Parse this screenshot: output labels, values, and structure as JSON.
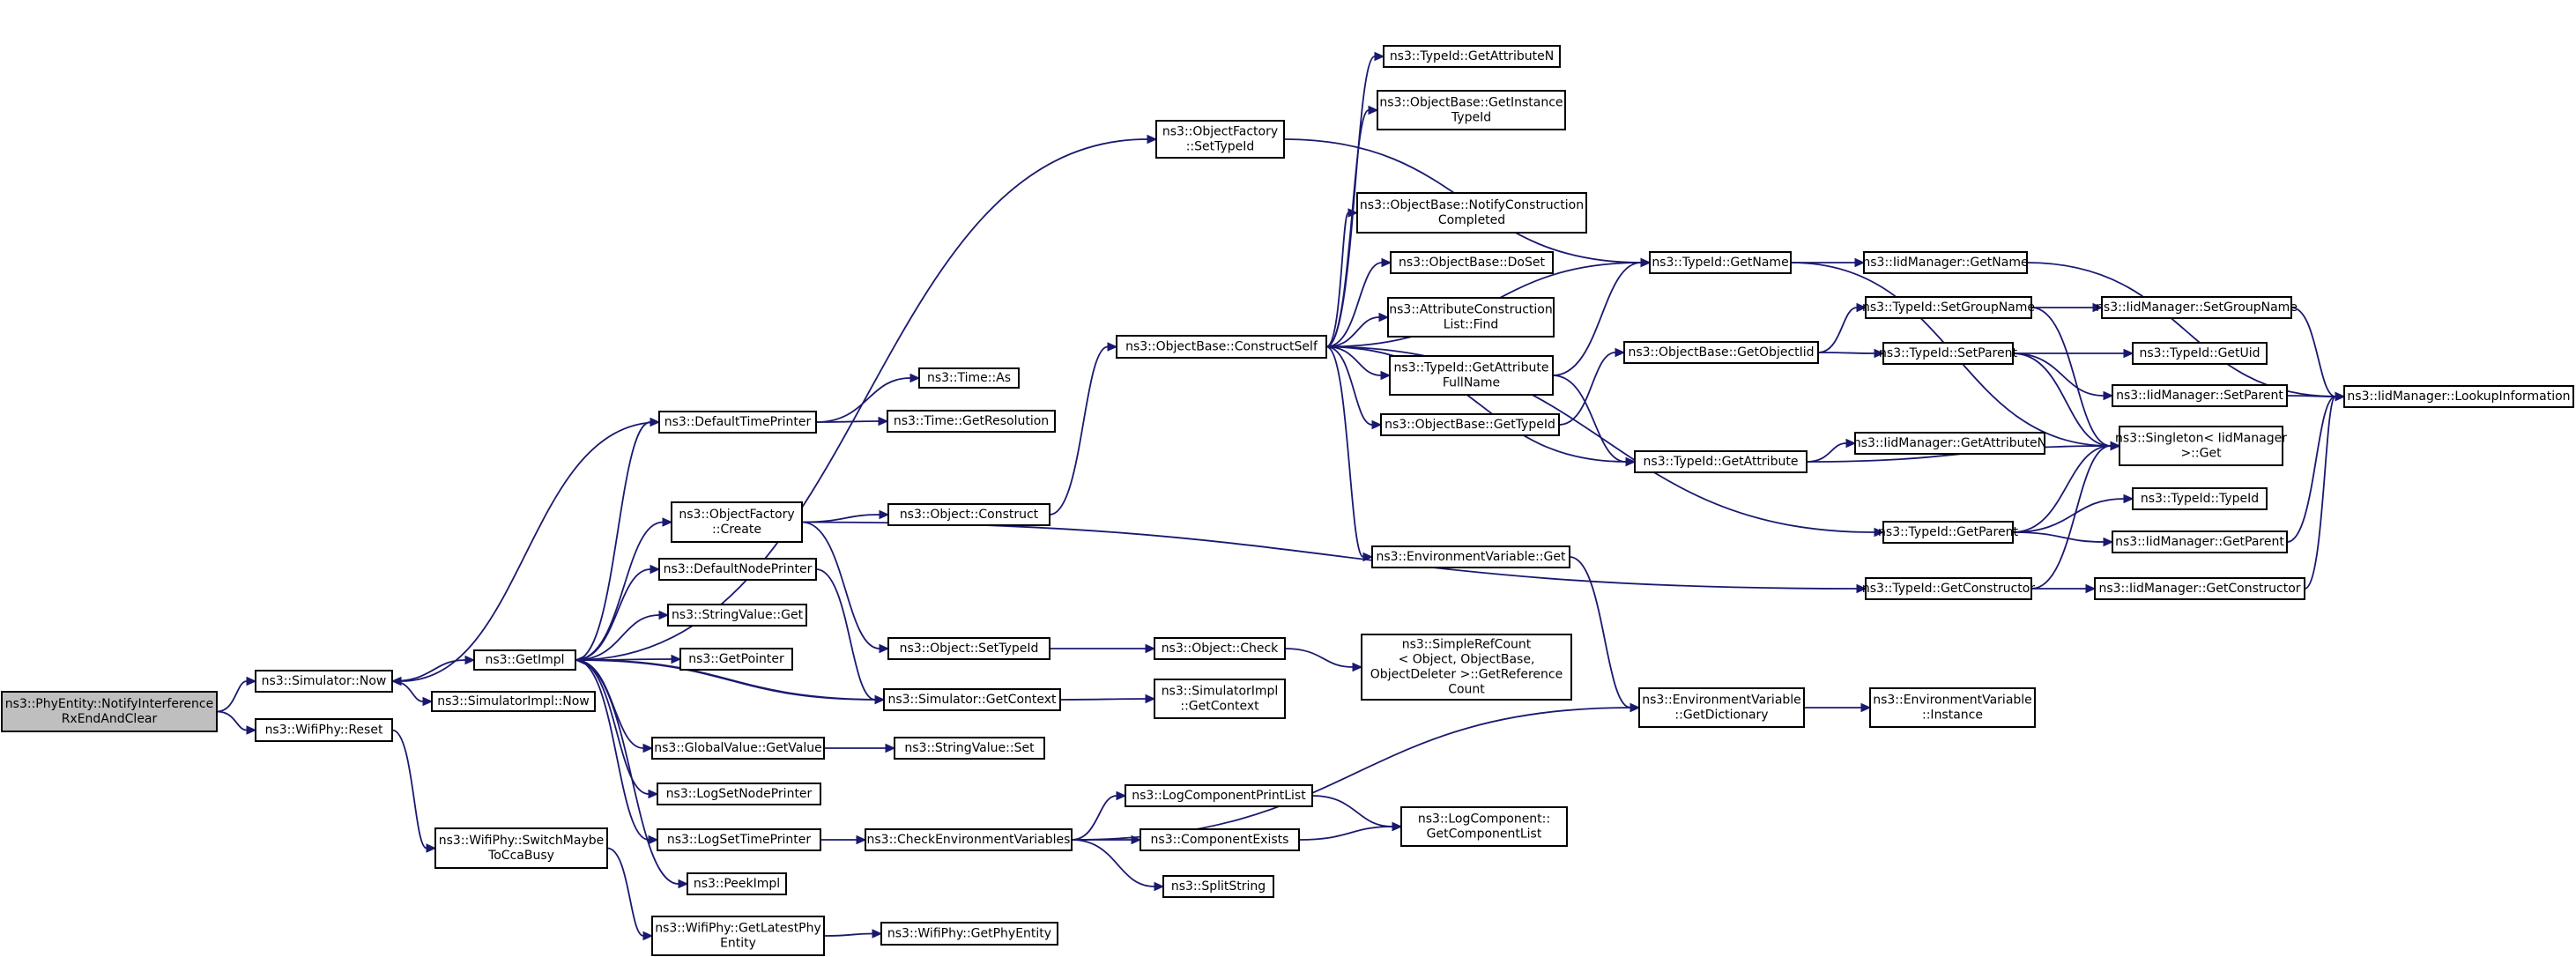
{
  "nodes": [
    {
      "id": "root",
      "lines": [
        "ns3::PhyEntity::NotifyInterference",
        "RxEndAndClear"
      ],
      "root": true
    },
    {
      "id": "simnow",
      "lines": [
        "ns3::Simulator::Now"
      ]
    },
    {
      "id": "wifireset",
      "lines": [
        "ns3::WifiPhy::Reset"
      ]
    },
    {
      "id": "getimpl",
      "lines": [
        "ns3::GetImpl"
      ]
    },
    {
      "id": "simimplnow",
      "lines": [
        "ns3::SimulatorImpl::Now"
      ]
    },
    {
      "id": "switchcca",
      "lines": [
        "ns3::WifiPhy::SwitchMaybe",
        "ToCcaBusy"
      ]
    },
    {
      "id": "latestphy",
      "lines": [
        "ns3::WifiPhy::GetLatestPhy",
        "Entity"
      ]
    },
    {
      "id": "getphyentity",
      "lines": [
        "ns3::WifiPhy::GetPhyEntity"
      ]
    },
    {
      "id": "deftime",
      "lines": [
        "ns3::DefaultTimePrinter"
      ]
    },
    {
      "id": "ofcreate",
      "lines": [
        "ns3::ObjectFactory",
        "::Create"
      ]
    },
    {
      "id": "defnode",
      "lines": [
        "ns3::DefaultNodePrinter"
      ]
    },
    {
      "id": "strget",
      "lines": [
        "ns3::StringValue::Get"
      ]
    },
    {
      "id": "getptr",
      "lines": [
        "ns3::GetPointer"
      ]
    },
    {
      "id": "gvget",
      "lines": [
        "ns3::GlobalValue::GetValue"
      ]
    },
    {
      "id": "lognode",
      "lines": [
        "ns3::LogSetNodePrinter"
      ]
    },
    {
      "id": "logtime",
      "lines": [
        "ns3::LogSetTimePrinter"
      ]
    },
    {
      "id": "peek",
      "lines": [
        "ns3::PeekImpl"
      ]
    },
    {
      "id": "timeas",
      "lines": [
        "ns3::Time::As"
      ]
    },
    {
      "id": "timeres",
      "lines": [
        "ns3::Time::GetResolution"
      ]
    },
    {
      "id": "objconstruct",
      "lines": [
        "ns3::Object::Construct"
      ]
    },
    {
      "id": "objsettid",
      "lines": [
        "ns3::Object::SetTypeId"
      ]
    },
    {
      "id": "simctx",
      "lines": [
        "ns3::Simulator::GetContext"
      ]
    },
    {
      "id": "strset",
      "lines": [
        "ns3::StringValue::Set"
      ]
    },
    {
      "id": "checkenv",
      "lines": [
        "ns3::CheckEnvironmentVariables"
      ]
    },
    {
      "id": "ofsettid",
      "lines": [
        "ns3::ObjectFactory",
        "::SetTypeId"
      ]
    },
    {
      "id": "obconstruct",
      "lines": [
        "ns3::ObjectBase::ConstructSelf"
      ]
    },
    {
      "id": "objcheck",
      "lines": [
        "ns3::Object::Check"
      ]
    },
    {
      "id": "simimplctx",
      "lines": [
        "ns3::SimulatorImpl",
        "::GetContext"
      ]
    },
    {
      "id": "logprint",
      "lines": [
        "ns3::LogComponentPrintList"
      ]
    },
    {
      "id": "compexists",
      "lines": [
        "ns3::ComponentExists"
      ]
    },
    {
      "id": "split",
      "lines": [
        "ns3::SplitString"
      ]
    },
    {
      "id": "tidgetattrn",
      "lines": [
        "ns3::TypeId::GetAttributeN"
      ]
    },
    {
      "id": "obgetinst",
      "lines": [
        "ns3::ObjectBase::GetInstance",
        "TypeId"
      ]
    },
    {
      "id": "obnotify",
      "lines": [
        "ns3::ObjectBase::NotifyConstruction",
        "Completed"
      ]
    },
    {
      "id": "obdoset",
      "lines": [
        "ns3::ObjectBase::DoSet"
      ]
    },
    {
      "id": "attrfind",
      "lines": [
        "ns3::AttributeConstruction",
        "List::Find"
      ]
    },
    {
      "id": "tidfullname",
      "lines": [
        "ns3::TypeId::GetAttribute",
        "FullName"
      ]
    },
    {
      "id": "obgettid",
      "lines": [
        "ns3::ObjectBase::GetTypeId"
      ]
    },
    {
      "id": "envget",
      "lines": [
        "ns3::EnvironmentVariable::Get"
      ]
    },
    {
      "id": "simplerefcount",
      "lines": [
        "ns3::SimpleRefCount",
        "< Object, ObjectBase,",
        "ObjectDeleter >::GetReference",
        "Count"
      ]
    },
    {
      "id": "logcomplist",
      "lines": [
        "ns3::LogComponent::",
        "GetComponentList"
      ]
    },
    {
      "id": "tidgetname",
      "lines": [
        "ns3::TypeId::GetName"
      ]
    },
    {
      "id": "obgetobjtid",
      "lines": [
        "ns3::ObjectBase::GetObjectIid"
      ]
    },
    {
      "id": "tidgetattr",
      "lines": [
        "ns3::TypeId::GetAttribute"
      ]
    },
    {
      "id": "envdict",
      "lines": [
        "ns3::EnvironmentVariable",
        "::GetDictionary"
      ]
    },
    {
      "id": "tidsetgroup",
      "lines": [
        "ns3::TypeId::SetGroupName"
      ]
    },
    {
      "id": "tidsetparent",
      "lines": [
        "ns3::TypeId::SetParent"
      ]
    },
    {
      "id": "tidgetparent",
      "lines": [
        "ns3::TypeId::GetParent"
      ]
    },
    {
      "id": "tidgetctor",
      "lines": [
        "ns3::TypeId::GetConstructor"
      ]
    },
    {
      "id": "iidgetname",
      "lines": [
        "ns3::IidManager::GetName"
      ]
    },
    {
      "id": "iidsetgroup",
      "lines": [
        "ns3::IidManager::SetGroupName"
      ]
    },
    {
      "id": "iidgetattrn",
      "lines": [
        "ns3::IidManager::GetAttributeN"
      ]
    },
    {
      "id": "envinstance",
      "lines": [
        "ns3::EnvironmentVariable",
        "::Instance"
      ]
    },
    {
      "id": "tidgetuid",
      "lines": [
        "ns3::TypeId::GetUid"
      ]
    },
    {
      "id": "iidsetparent",
      "lines": [
        "ns3::IidManager::SetParent"
      ]
    },
    {
      "id": "singleton",
      "lines": [
        "ns3::Singleton< IidManager",
        ">::Get"
      ]
    },
    {
      "id": "tidtid",
      "lines": [
        "ns3::TypeId::TypeId"
      ]
    },
    {
      "id": "iidgetparent",
      "lines": [
        "ns3::IidManager::GetParent"
      ]
    },
    {
      "id": "iidgetctor",
      "lines": [
        "ns3::IidManager::GetConstructor"
      ]
    },
    {
      "id": "iidlookup",
      "lines": [
        "ns3::IidManager::LookupInformation"
      ]
    }
  ],
  "edges": [
    [
      "root",
      "simnow"
    ],
    [
      "root",
      "wifireset"
    ],
    [
      "simnow",
      "getimpl"
    ],
    [
      "simnow",
      "simimplnow"
    ],
    [
      "wifireset",
      "switchcca"
    ],
    [
      "switchcca",
      "latestphy"
    ],
    [
      "latestphy",
      "getphyentity"
    ],
    [
      "getimpl",
      "deftime"
    ],
    [
      "getimpl",
      "ofcreate"
    ],
    [
      "getimpl",
      "defnode"
    ],
    [
      "getimpl",
      "strget"
    ],
    [
      "getimpl",
      "getptr"
    ],
    [
      "getimpl",
      "gvget"
    ],
    [
      "getimpl",
      "lognode"
    ],
    [
      "getimpl",
      "logtime"
    ],
    [
      "getimpl",
      "peek"
    ],
    [
      "getimpl",
      "ofsettid"
    ],
    [
      "getimpl",
      "simctx"
    ],
    [
      "deftime",
      "simnow"
    ],
    [
      "deftime",
      "timeas"
    ],
    [
      "deftime",
      "timeres"
    ],
    [
      "ofcreate",
      "objconstruct"
    ],
    [
      "ofcreate",
      "objsettid"
    ],
    [
      "ofcreate",
      "tidgetctor"
    ],
    [
      "defnode",
      "simctx"
    ],
    [
      "gvget",
      "strset"
    ],
    [
      "logtime",
      "checkenv"
    ],
    [
      "objconstruct",
      "obconstruct"
    ],
    [
      "objsettid",
      "objcheck"
    ],
    [
      "objcheck",
      "simplerefcount"
    ],
    [
      "simctx",
      "getimpl"
    ],
    [
      "simctx",
      "simimplctx"
    ],
    [
      "checkenv",
      "logprint"
    ],
    [
      "checkenv",
      "compexists"
    ],
    [
      "checkenv",
      "split"
    ],
    [
      "checkenv",
      "envdict"
    ],
    [
      "logprint",
      "logcomplist"
    ],
    [
      "compexists",
      "logcomplist"
    ],
    [
      "ofsettid",
      "tidgetname"
    ],
    [
      "obconstruct",
      "tidgetattrn"
    ],
    [
      "obconstruct",
      "obgetinst"
    ],
    [
      "obconstruct",
      "obnotify"
    ],
    [
      "obconstruct",
      "obdoset"
    ],
    [
      "obconstruct",
      "attrfind"
    ],
    [
      "obconstruct",
      "tidfullname"
    ],
    [
      "obconstruct",
      "obgettid"
    ],
    [
      "obconstruct",
      "envget"
    ],
    [
      "obconstruct",
      "tidgetname"
    ],
    [
      "obconstruct",
      "tidgetattr"
    ],
    [
      "obconstruct",
      "tidgetparent"
    ],
    [
      "tidfullname",
      "tidgetname"
    ],
    [
      "tidfullname",
      "tidgetattr"
    ],
    [
      "obgettid",
      "obgetobjtid"
    ],
    [
      "envget",
      "envdict"
    ],
    [
      "obgetobjtid",
      "tidsetgroup"
    ],
    [
      "obgetobjtid",
      "tidsetparent"
    ],
    [
      "tidgetname",
      "iidgetname"
    ],
    [
      "tidgetname",
      "singleton"
    ],
    [
      "tidgetattr",
      "iidgetattrn"
    ],
    [
      "tidgetattr",
      "singleton"
    ],
    [
      "envdict",
      "envinstance"
    ],
    [
      "tidsetgroup",
      "iidsetgroup"
    ],
    [
      "tidsetgroup",
      "singleton"
    ],
    [
      "tidsetparent",
      "tidgetuid"
    ],
    [
      "tidsetparent",
      "iidsetparent"
    ],
    [
      "tidsetparent",
      "singleton"
    ],
    [
      "tidgetparent",
      "singleton"
    ],
    [
      "tidgetparent",
      "tidtid"
    ],
    [
      "tidgetparent",
      "iidgetparent"
    ],
    [
      "tidgetctor",
      "singleton"
    ],
    [
      "tidgetctor",
      "iidgetctor"
    ],
    [
      "iidgetname",
      "iidlookup"
    ],
    [
      "iidsetgroup",
      "iidlookup"
    ],
    [
      "iidsetparent",
      "iidlookup"
    ],
    [
      "iidgetparent",
      "iidlookup"
    ],
    [
      "iidgetctor",
      "iidlookup"
    ]
  ]
}
